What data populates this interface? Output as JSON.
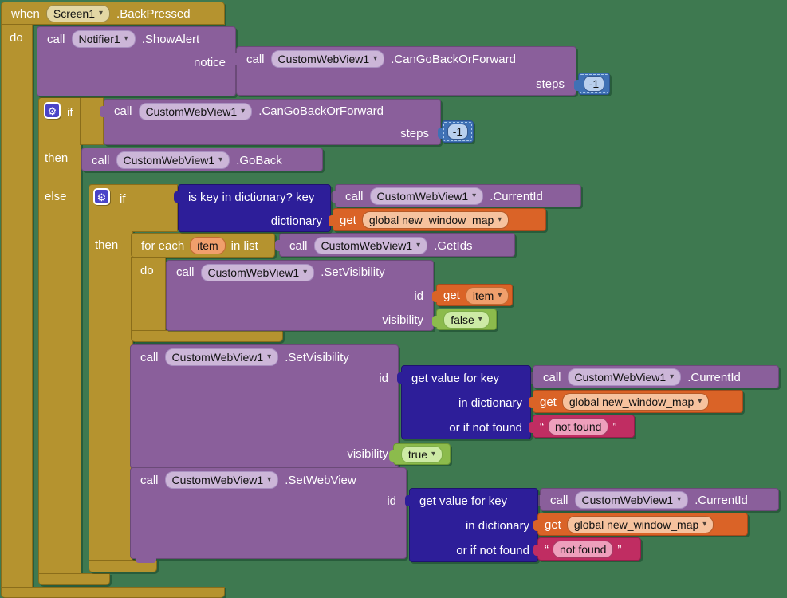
{
  "app": "MIT App Inventor Blocks Editor",
  "labels": {
    "when": "when",
    "do": "do",
    "call": "call",
    "if": "if",
    "then": "then",
    "else": "else",
    "notice": "notice",
    "steps": "steps",
    "is_key_in_dict": "is key in dictionary? key",
    "dictionary": "dictionary",
    "for_each": "for each",
    "in_list": "in list",
    "id": "id",
    "visibility": "visibility",
    "get": "get",
    "get_value_for_key": "get value for key",
    "in_dictionary": "in dictionary",
    "or_if_not_found": "or if not found"
  },
  "components": {
    "screen1": "Screen1",
    "notifier1": "Notifier1",
    "webview1": "CustomWebView1"
  },
  "methods": {
    "back_pressed": ".BackPressed",
    "show_alert": ".ShowAlert",
    "can_go_back_or_forward": ".CanGoBackOrForward",
    "go_back": ".GoBack",
    "current_id": ".CurrentId",
    "get_ids": ".GetIds",
    "set_visibility": ".SetVisibility",
    "set_web_view": ".SetWebView"
  },
  "variables": {
    "item": "item",
    "global_new_window_map": "global new_window_map"
  },
  "values": {
    "minus_one": "-1",
    "true_val": "true",
    "false_val": "false",
    "not_found": "not found"
  },
  "icons": {
    "gear": "⚙",
    "dropdown_arrow": "▾",
    "quote_open": "“",
    "quote_close": "”"
  },
  "colors": {
    "canvas_background": "#3e7950",
    "event_control_gold": "#b5932f",
    "procedure_purple": "#8a5f9b",
    "dictionary_indigo": "#2d1e99",
    "variable_orange": "#da6327",
    "text_pink": "#c02d62",
    "logic_green": "#8cbb4c",
    "math_blue": "#3f71b5"
  }
}
